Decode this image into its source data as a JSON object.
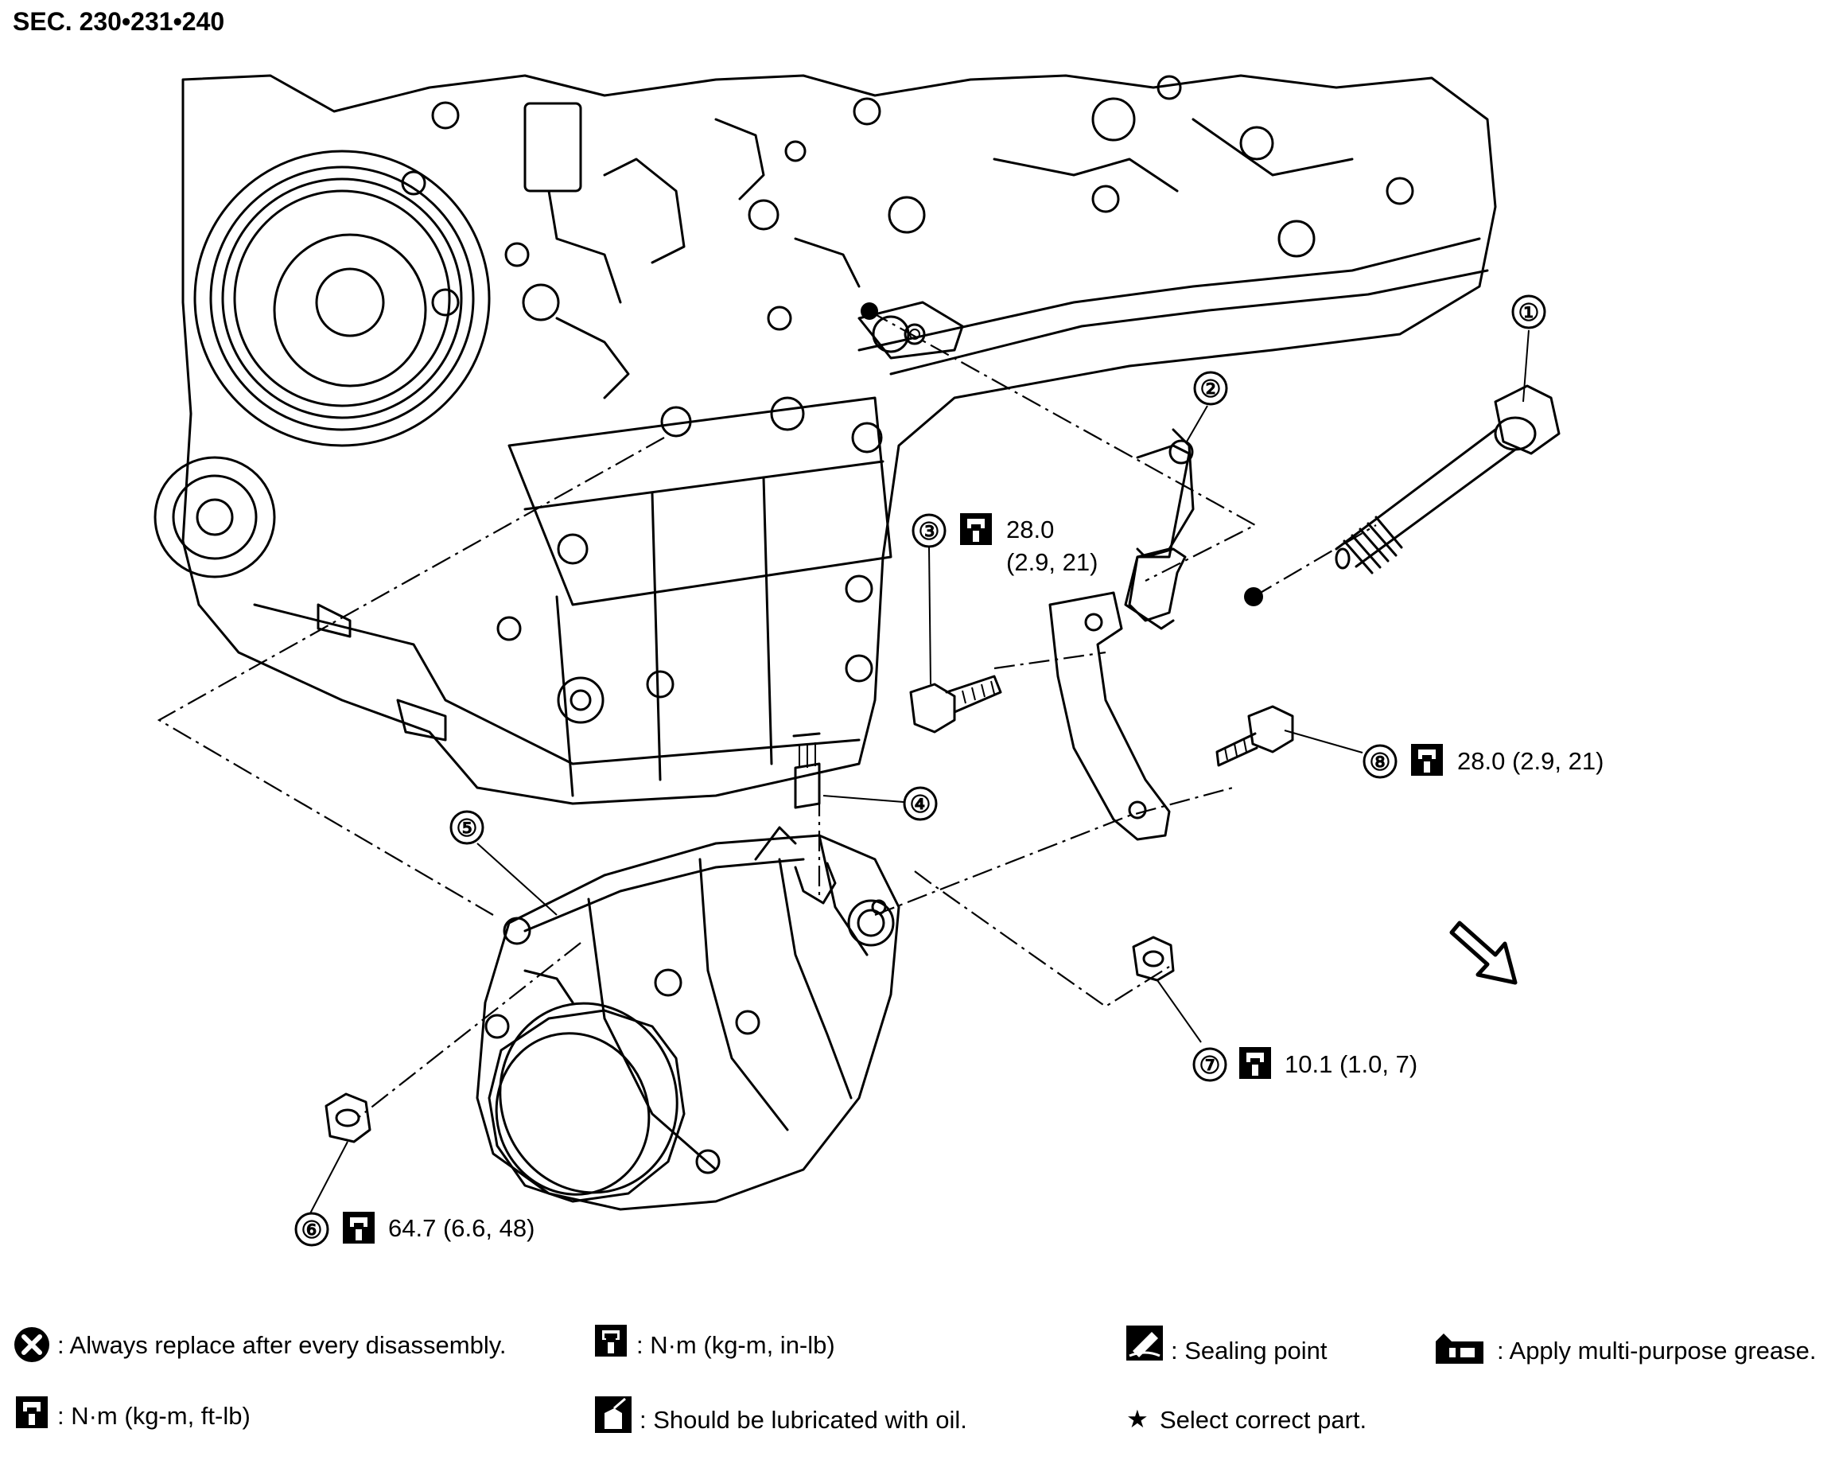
{
  "section_title": "SEC. 230•231•240",
  "callouts": [
    {
      "num": "①"
    },
    {
      "num": "②"
    },
    {
      "num": "③",
      "torque_line1": "28.0",
      "torque_line2": "(2.9, 21)"
    },
    {
      "num": "④"
    },
    {
      "num": "⑤"
    },
    {
      "num": "⑥",
      "torque": "64.7 (6.6, 48)"
    },
    {
      "num": "⑦",
      "torque": "10.1 (1.0, 7)"
    },
    {
      "num": "⑧",
      "torque": "28.0 (2.9, 21)"
    }
  ],
  "legend": {
    "replace": ": Always replace after every disassembly.",
    "nm_inlb": ": N·m (kg-m, in-lb)",
    "sealing": ": Sealing point",
    "grease": ": Apply multi-purpose grease.",
    "nm_ftlb": ": N·m (kg-m, ft-lb)",
    "oil": ": Should be lubricated with oil.",
    "select": "Select correct part."
  },
  "icons": {
    "torque": "torque-wrench-icon",
    "replace": "x-circle-icon",
    "sealing": "sealant-icon",
    "grease": "grease-gun-icon",
    "oil": "oil-can-icon",
    "select": "star-icon",
    "front": "front-arrow-icon"
  },
  "colors": {
    "line": "#000000",
    "background": "#ffffff"
  }
}
